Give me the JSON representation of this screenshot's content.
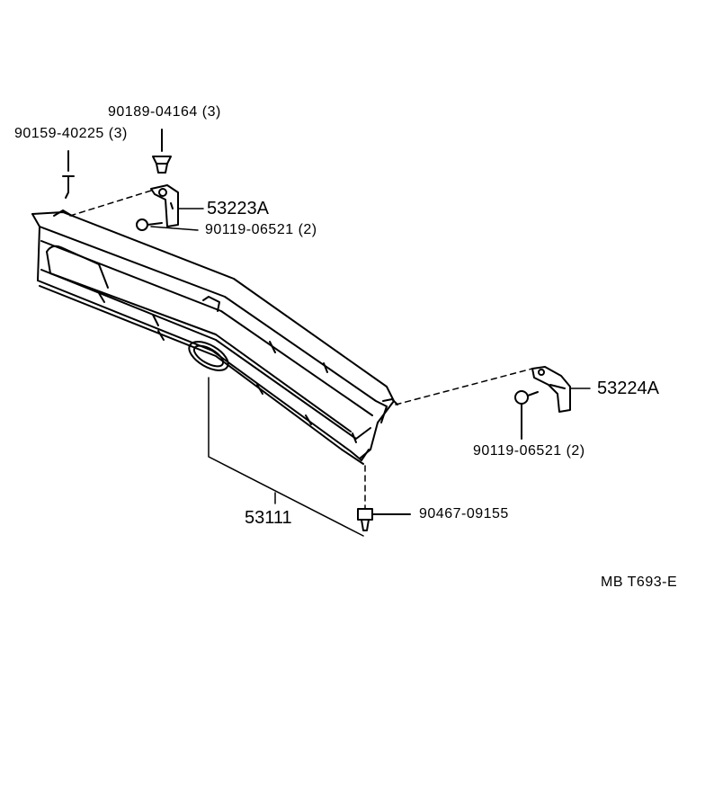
{
  "labels": {
    "part_90189": "90189-04164 (3)",
    "part_90159": "90159-40225 (3)",
    "part_53223A": "53223A",
    "part_90119_left": "90119-06521 (2)",
    "part_53224A": "53224A",
    "part_90119_right": "90119-06521 (2)",
    "part_53111": "53111",
    "part_90467": "90467-09155",
    "drawing_code": "MB  T693-E"
  },
  "colors": {
    "ink": "#000000",
    "paper": "#ffffff"
  }
}
